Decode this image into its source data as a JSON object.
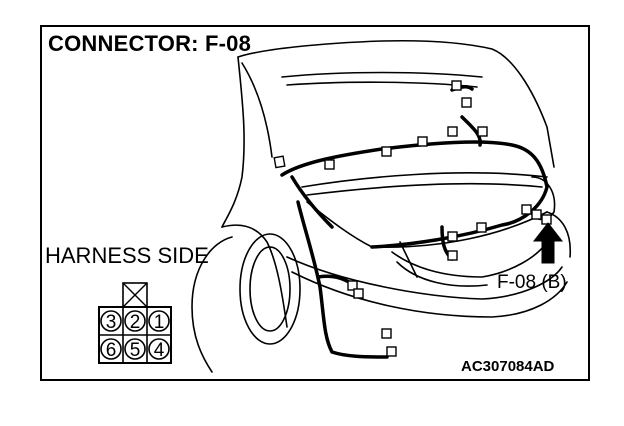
{
  "title": "CONNECTOR: F-08",
  "harness_label": "HARNESS SIDE",
  "callout_label": "F-08 (B)",
  "figure_code": "AC307084AD",
  "connector_pins": {
    "row1": [
      "3",
      "2",
      "1"
    ],
    "row2": [
      "6",
      "5",
      "4"
    ]
  }
}
